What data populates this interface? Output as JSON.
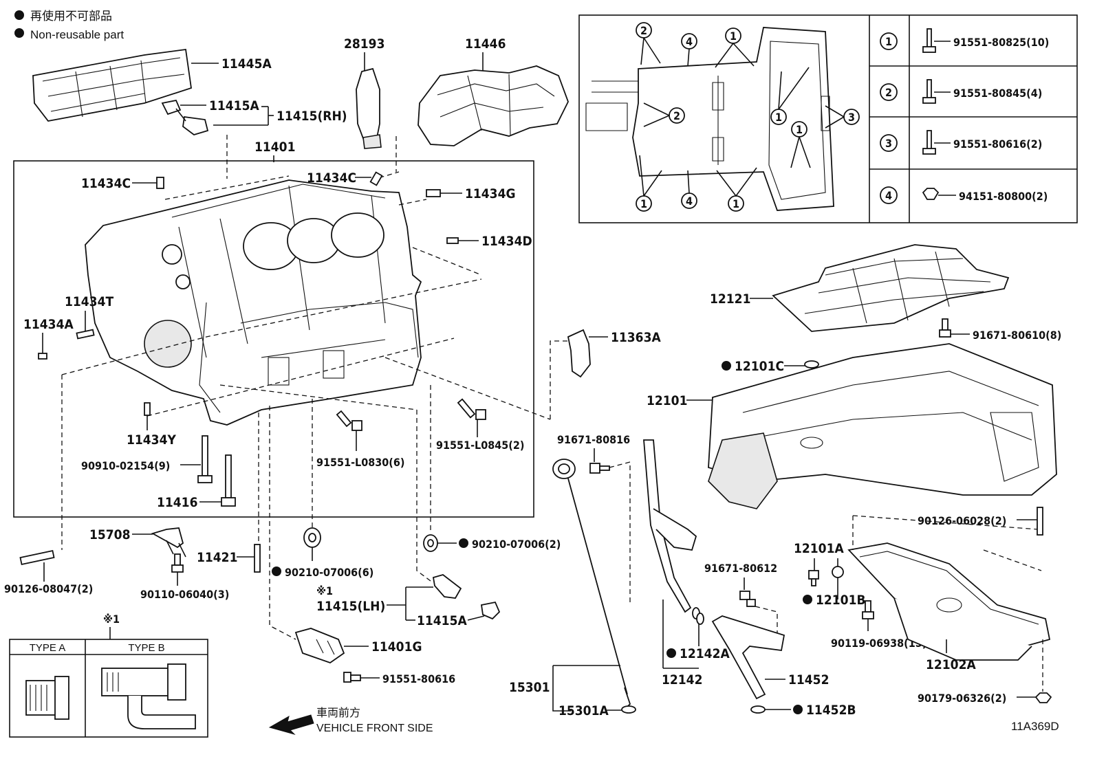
{
  "legend": {
    "jp": "再使用不可部品",
    "en": "Non-reusable part"
  },
  "labels": {
    "l11445A": "11445A",
    "l11415A_top": "11415A",
    "l11415RH": "11415(RH)",
    "l28193": "28193",
    "l11446": "11446",
    "l11401": "11401",
    "l11434C_left": "11434C",
    "l11434C_mid": "11434C",
    "l11434G": "11434G",
    "l11434D": "11434D",
    "l11434T": "11434T",
    "l11434A": "11434A",
    "l11434Y": "11434Y",
    "l90910": "90910-02154(9)",
    "l11416": "11416",
    "l91551L0830": "91551-L0830(6)",
    "l91551L0845": "91551-L0845(2)",
    "l11363A": "11363A",
    "l12121": "12121",
    "l91671_80610": "91671-80610(8)",
    "l12101C": "12101C",
    "l12101": "12101",
    "l91671_80816": "91671-80816",
    "l15708": "15708",
    "l11421": "11421",
    "l90210_6": "90210-07006(6)",
    "l90210_2": "90210-07006(2)",
    "l90126_08047": "90126-08047(2)",
    "l90110": "90110-06040(3)",
    "l_note_mark": "※1",
    "l11415LH": "11415(LH)",
    "l11415A_bot": "11415A",
    "l11401G": "11401G",
    "l91551_80616": "91551-80616",
    "l15301": "15301",
    "l15301A": "15301A",
    "l12142A": "12142A",
    "l12142": "12142",
    "l91671_80612": "91671-80612",
    "l11452": "11452",
    "l11452B": "11452B",
    "l12101A": "12101A",
    "l12101B": "12101B",
    "l90119": "90119-06938(15)",
    "l12102A": "12102A",
    "l90126_06028": "90126-06028(2)",
    "l90179": "90179-06326(2)",
    "l_front_jp": "車両前方",
    "l_front_en": "VEHICLE FRONT SIDE",
    "l_code": "11A369D"
  },
  "bolt_table": [
    {
      "num": "1",
      "part": "91551-80825(10)"
    },
    {
      "num": "2",
      "part": "91551-80845(4)"
    },
    {
      "num": "3",
      "part": "91551-80616(2)"
    },
    {
      "num": "4",
      "part": "94151-80800(2)"
    }
  ],
  "inset_callouts": [
    "2",
    "4",
    "1",
    "2",
    "1",
    "1",
    "3",
    "1",
    "4",
    "1"
  ],
  "type_table": {
    "note": "※1",
    "type_a": "TYPE A",
    "type_b": "TYPE B"
  }
}
